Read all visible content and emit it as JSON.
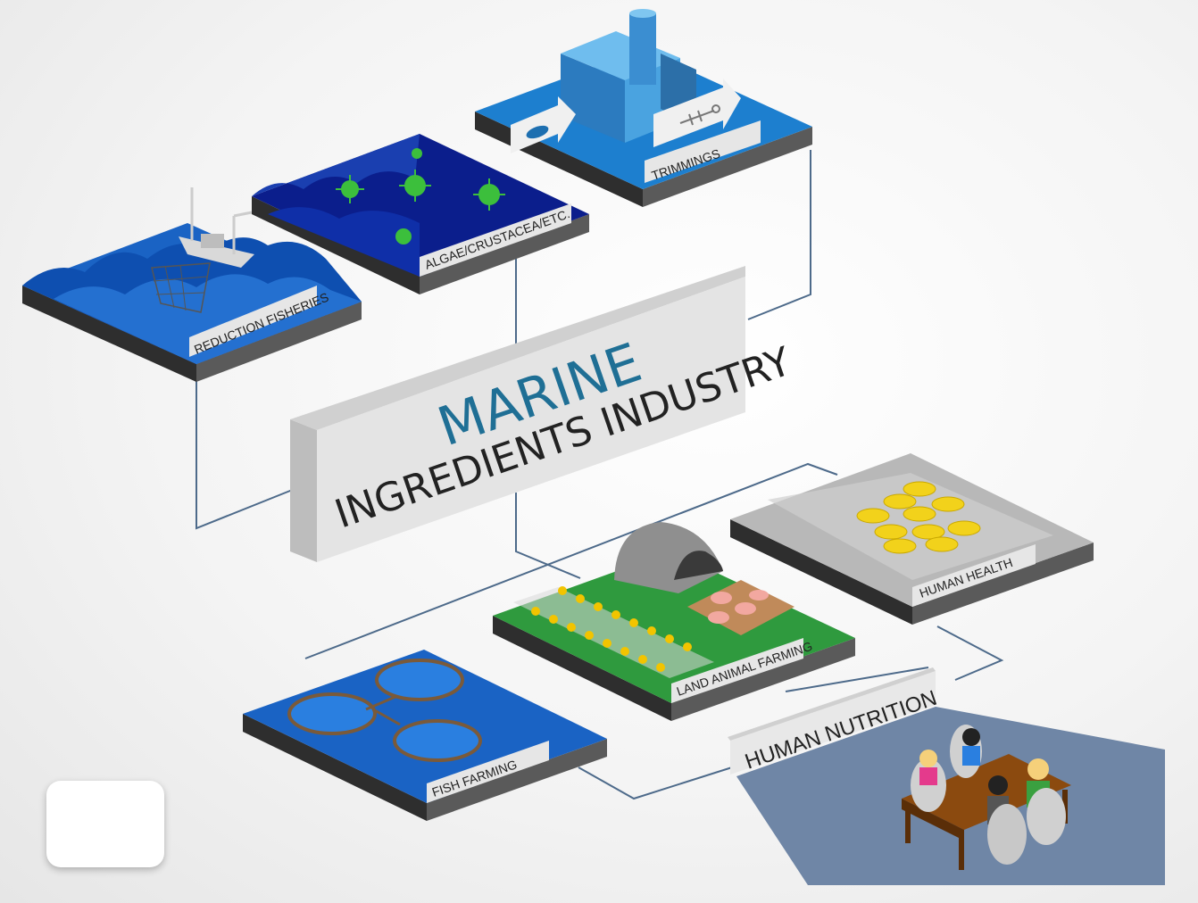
{
  "title": {
    "line1": "MARINE",
    "line2": "INGREDIENTS INDUSTRY"
  },
  "sources": {
    "reduction_fisheries": "REDUCTION FISHERIES",
    "algae": "ALGAE/CRUSTACEA/ETC.",
    "trimmings": "TRIMMINGS"
  },
  "uses": {
    "fish_farming": "FISH FARMING",
    "land_animal_farming": "LAND ANIMAL FARMING",
    "human_health": "HUMAN HEALTH",
    "human_nutrition": "HUMAN NUTRITION"
  },
  "colors": {
    "title_accent": "#1f6f95",
    "connector": "#4d6a8a",
    "sea": "#1a63c4",
    "deep_sea": "#0b1e8c",
    "grass": "#2f9a3e",
    "slab_side": "#3a3a3a"
  },
  "icons": [
    "fishing-boat-icon",
    "plankton-icon",
    "factory-icon",
    "fish-icon",
    "fish-skeleton-icon",
    "fish-cage-icon",
    "barn-icon",
    "pig-icon",
    "chicken-icon",
    "capsule-icon",
    "dining-table-icon",
    "person-icon"
  ]
}
